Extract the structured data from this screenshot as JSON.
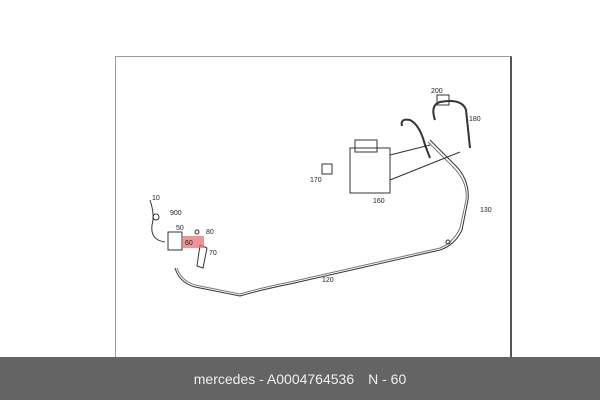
{
  "diagram": {
    "callouts": [
      "10",
      "900",
      "50",
      "80",
      "60",
      "70",
      "120",
      "130",
      "160",
      "170",
      "180",
      "200"
    ],
    "highlight_color": "#e87070",
    "highlighted_callout": "60"
  },
  "caption": {
    "brand_part": "mercedes - A0004764536",
    "position": "N - 60"
  }
}
